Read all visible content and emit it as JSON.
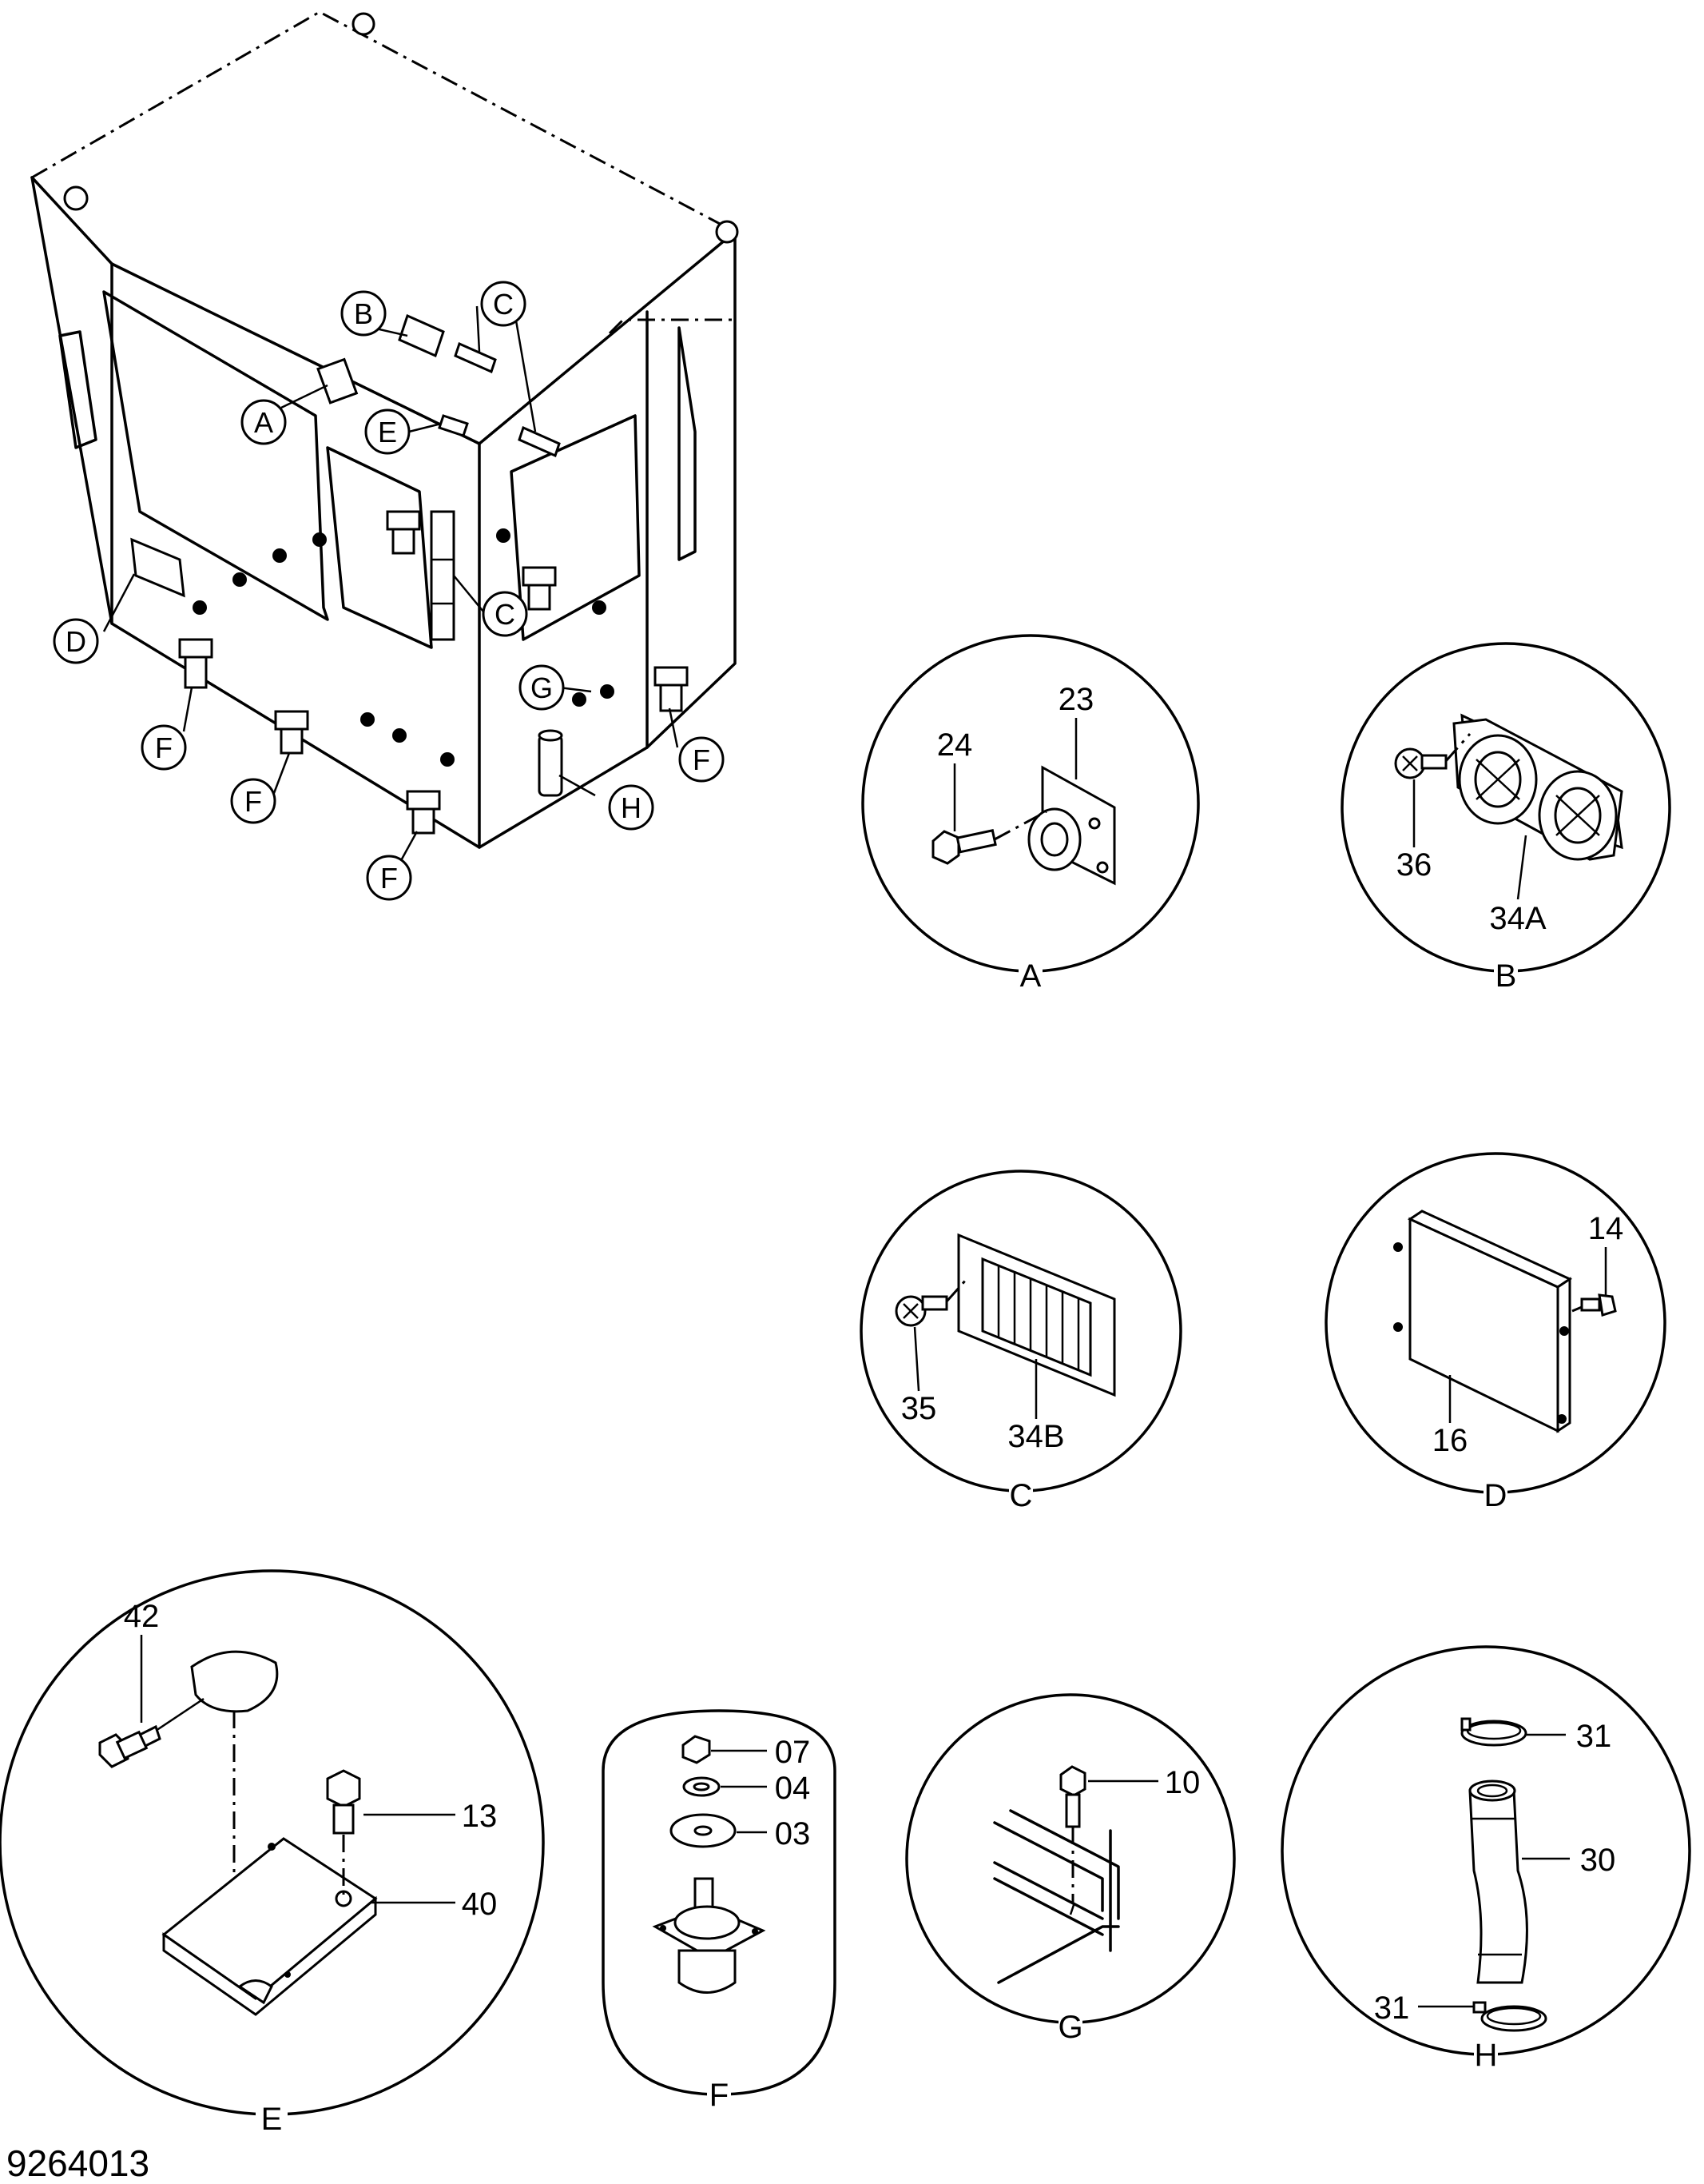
{
  "drawing_number": "9264013",
  "overview": {
    "labels": {
      "A": "A",
      "B": "B",
      "C1": "C",
      "C2": "C",
      "D": "D",
      "E": "E",
      "F1": "F",
      "F2": "F",
      "F3": "F",
      "F4": "F",
      "G": "G",
      "H": "H"
    }
  },
  "details": {
    "A": {
      "title": "A",
      "parts": [
        "24",
        "23"
      ]
    },
    "B": {
      "title": "B",
      "parts": [
        "36",
        "34A"
      ]
    },
    "C": {
      "title": "C",
      "parts": [
        "35",
        "34B"
      ]
    },
    "D": {
      "title": "D",
      "parts": [
        "14",
        "16"
      ]
    },
    "E": {
      "title": "E",
      "parts": [
        "42",
        "13",
        "40"
      ]
    },
    "F": {
      "title": "F",
      "parts": [
        "07",
        "04",
        "03"
      ]
    },
    "G": {
      "title": "G",
      "parts": [
        "10"
      ]
    },
    "H": {
      "title": "H",
      "parts": [
        "31",
        "30",
        "31"
      ]
    }
  }
}
